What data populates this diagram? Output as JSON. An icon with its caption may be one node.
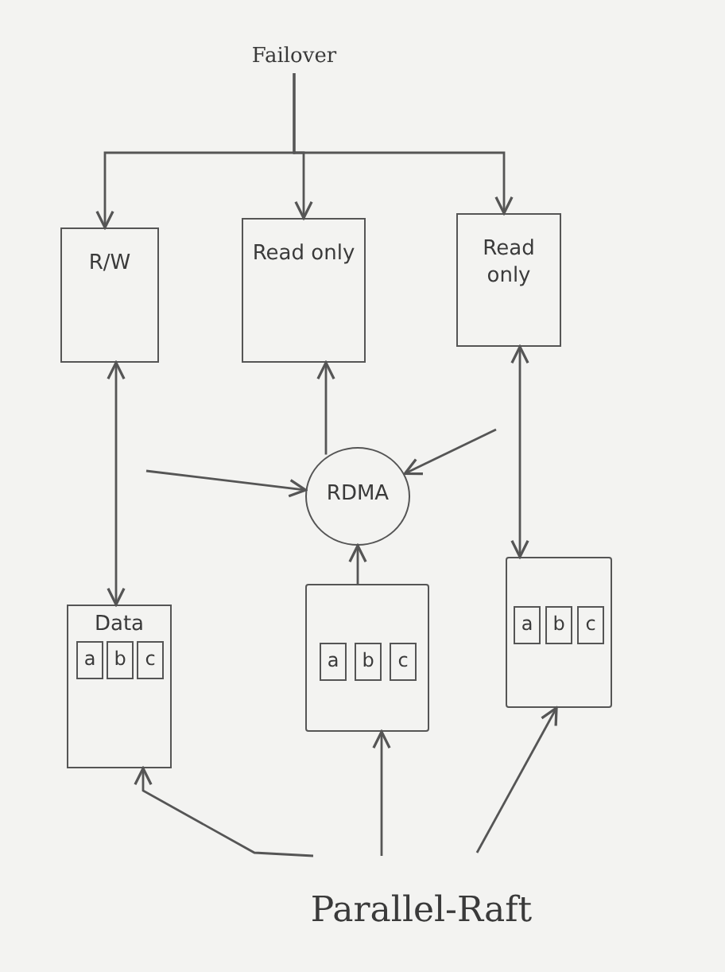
{
  "diagram": {
    "nodes": [
      {
        "text": [
          "Failover"
        ]
      },
      {
        "text": [
          "R/W"
        ]
      },
      {
        "text": [
          "Read only"
        ]
      },
      {
        "text": [
          "Read only"
        ]
      },
      {
        "text": [
          "RDMA"
        ]
      },
      {
        "text": [
          "Data"
        ]
      },
      {
        "text": [
          "a"
        ],
        "in": 5
      },
      {
        "text": [
          "b"
        ],
        "in": 5
      },
      {
        "text": [
          "c"
        ],
        "in": 5
      },
      {
        "text": [],
        "shape": "box"
      },
      {
        "text": [
          "a"
        ],
        "in": 9
      },
      {
        "text": [
          "b"
        ],
        "in": 9
      },
      {
        "text": [
          "c"
        ],
        "in": 9
      },
      {
        "text": [],
        "shape": "box"
      },
      {
        "text": [
          "a"
        ],
        "in": 13
      },
      {
        "text": [
          "b"
        ],
        "in": 13
      },
      {
        "text": [
          "c"
        ],
        "in": 13
      },
      {
        "text": [
          "Parallel-Raft"
        ]
      }
    ],
    "edges": [
      {
        "from": 0,
        "to": 1,
        "arrow": "to"
      },
      {
        "from": 0,
        "to": 2,
        "arrow": "to"
      },
      {
        "from": 0,
        "to": 3,
        "arrow": "to"
      },
      {
        "from": 1,
        "to": 5,
        "arrow": "both"
      },
      {
        "from": 3,
        "to": 13,
        "arrow": "both"
      },
      {
        "from": null,
        "to": 4,
        "arrow": "to"
      },
      {
        "from": null,
        "to": 4,
        "arrow": "to"
      },
      {
        "from": 4,
        "to": 2,
        "arrow": "to"
      },
      {
        "from": 9,
        "to": 4,
        "arrow": "to"
      },
      {
        "from": 17,
        "to": 5,
        "arrow": "to"
      },
      {
        "from": 17,
        "to": 9,
        "arrow": "to"
      },
      {
        "from": 17,
        "to": 13,
        "arrow": "to"
      }
    ]
  }
}
